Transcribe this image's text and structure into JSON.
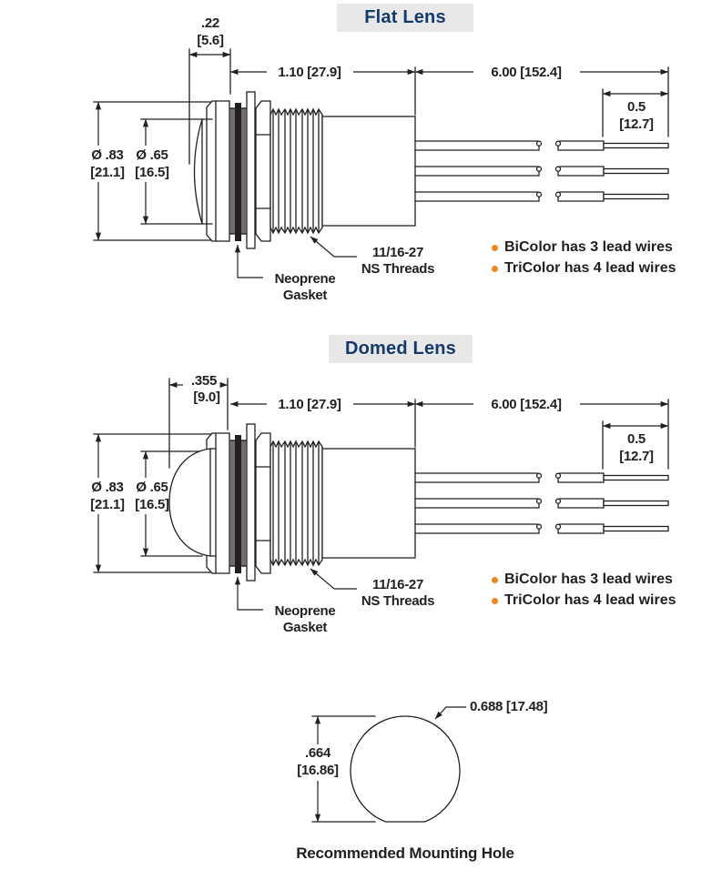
{
  "colors": {
    "line": "#231f20",
    "title_text": "#143a6d",
    "title_bg": "#e8e8e9",
    "bullet": "#ee8722"
  },
  "flat": {
    "title": "Flat Lens",
    "dims": {
      "tip_in": ".22",
      "tip_mm": "[5.6]",
      "body_len": "1.10 [27.9]",
      "wire_len": "6.00 [152.4]",
      "strip_in": "0.5",
      "strip_mm": "[12.7]",
      "outer_dia_in": "Ø .83",
      "outer_dia_mm": "[21.1]",
      "lens_dia_in": "Ø .65",
      "lens_dia_mm": "[16.5]"
    },
    "labels": {
      "thread_line1": "11/16-27",
      "thread_line2": "NS Threads",
      "gasket_line1": "Neoprene",
      "gasket_line2": "Gasket"
    },
    "notes": [
      "BiColor has 3 lead wires",
      "TriColor has 4 lead wires"
    ]
  },
  "domed": {
    "title": "Domed Lens",
    "dims": {
      "tip_in": ".355",
      "tip_mm": "[9.0]",
      "body_len": "1.10 [27.9]",
      "wire_len": "6.00 [152.4]",
      "strip_in": "0.5",
      "strip_mm": "[12.7]",
      "outer_dia_in": "Ø .83",
      "outer_dia_mm": "[21.1]",
      "lens_dia_in": "Ø .65",
      "lens_dia_mm": "[16.5]"
    },
    "labels": {
      "thread_line1": "11/16-27",
      "thread_line2": "NS Threads",
      "gasket_line1": "Neoprene",
      "gasket_line2": "Gasket"
    },
    "notes": [
      "BiColor has 3 lead wires",
      "TriColor has 4 lead wires"
    ]
  },
  "hole": {
    "dia_label": "0.688 [17.48]",
    "height_in": ".664",
    "height_mm": "[16.86]",
    "caption": "Recommended Mounting Hole"
  }
}
